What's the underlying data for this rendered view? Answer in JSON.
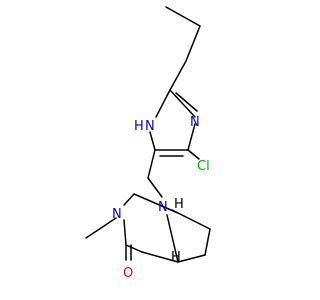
{
  "molecule": {
    "atom_labels": {
      "imidazole_nh": "H",
      "imidazole_n1": "N",
      "imidazole_n3": "N",
      "chlorine": "Cl",
      "bridge_n": "N",
      "lactam_n": "N",
      "oxygen": "O",
      "stereo_h_top": "H",
      "stereo_h_bottom": "H"
    }
  },
  "colors": {
    "bond": "#000000",
    "nitrogen": "#0000ff",
    "chlorine": "#00b000",
    "oxygen": "#ff0000"
  }
}
